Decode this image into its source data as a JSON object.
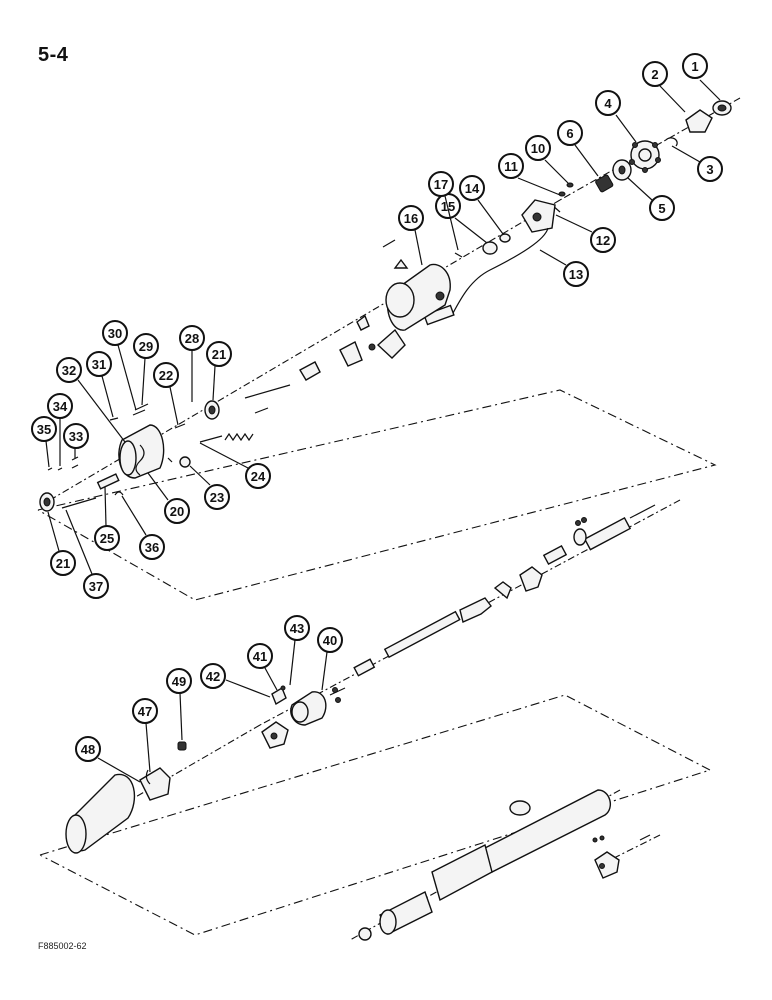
{
  "page_number": "5-4",
  "figure_code": "F885002-62",
  "callouts": [
    "1",
    "2",
    "3",
    "4",
    "5",
    "6",
    "10",
    "11",
    "12",
    "13",
    "14",
    "15",
    "16",
    "17",
    "20",
    "21",
    "22",
    "23",
    "24",
    "25",
    "28",
    "29",
    "30",
    "31",
    "32",
    "33",
    "34",
    "35",
    "36",
    "21",
    "37",
    "40",
    "41",
    "42",
    "43",
    "47",
    "48",
    "49"
  ]
}
